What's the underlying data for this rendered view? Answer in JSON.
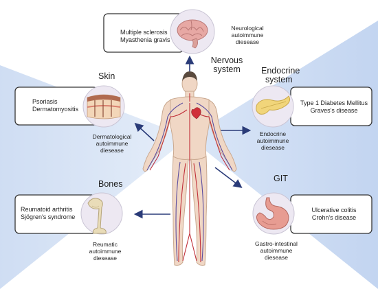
{
  "colors": {
    "background_blue": "#c9daf3",
    "arrow": "#2a3b78",
    "box_border": "#333333"
  },
  "center": {
    "icon": "human-body-circulatory-icon"
  },
  "systems": {
    "nervous": {
      "title_line1": "Nervous",
      "title_line2": "system",
      "icon": "brain-icon",
      "diseases": [
        "Multiple sclerosis",
        "Myasthenia gravis"
      ],
      "category": [
        "Neurological",
        "autoimmune",
        "diesease"
      ]
    },
    "skin": {
      "title": "Skin",
      "icon": "skin-layers-icon",
      "diseases": [
        "Psoriasis",
        "Dermatomyositis"
      ],
      "category": [
        "Dermatological",
        "autoimmune",
        "diesease"
      ]
    },
    "endocrine": {
      "title_line1": "Endocrine",
      "title_line2": "system",
      "icon": "pancreas-icon",
      "diseases": [
        "Type 1 Diabetes Mellitus",
        "Graves's disease"
      ],
      "category": [
        "Endocrine",
        "autoimmune",
        "diesease"
      ]
    },
    "bones": {
      "title": "Bones",
      "icon": "bone-icon",
      "diseases": [
        "Reumatoid arthritis",
        "Sjögren's syndrome"
      ],
      "category": [
        "Reumatic",
        "autoimmune",
        "diesease"
      ]
    },
    "git": {
      "title": "GIT",
      "icon": "stomach-icon",
      "diseases": [
        "Ulcerative colitis",
        "Crohn's disease"
      ],
      "category": [
        "Gastro-intestinal",
        "autoimmune",
        "diesease"
      ]
    }
  }
}
